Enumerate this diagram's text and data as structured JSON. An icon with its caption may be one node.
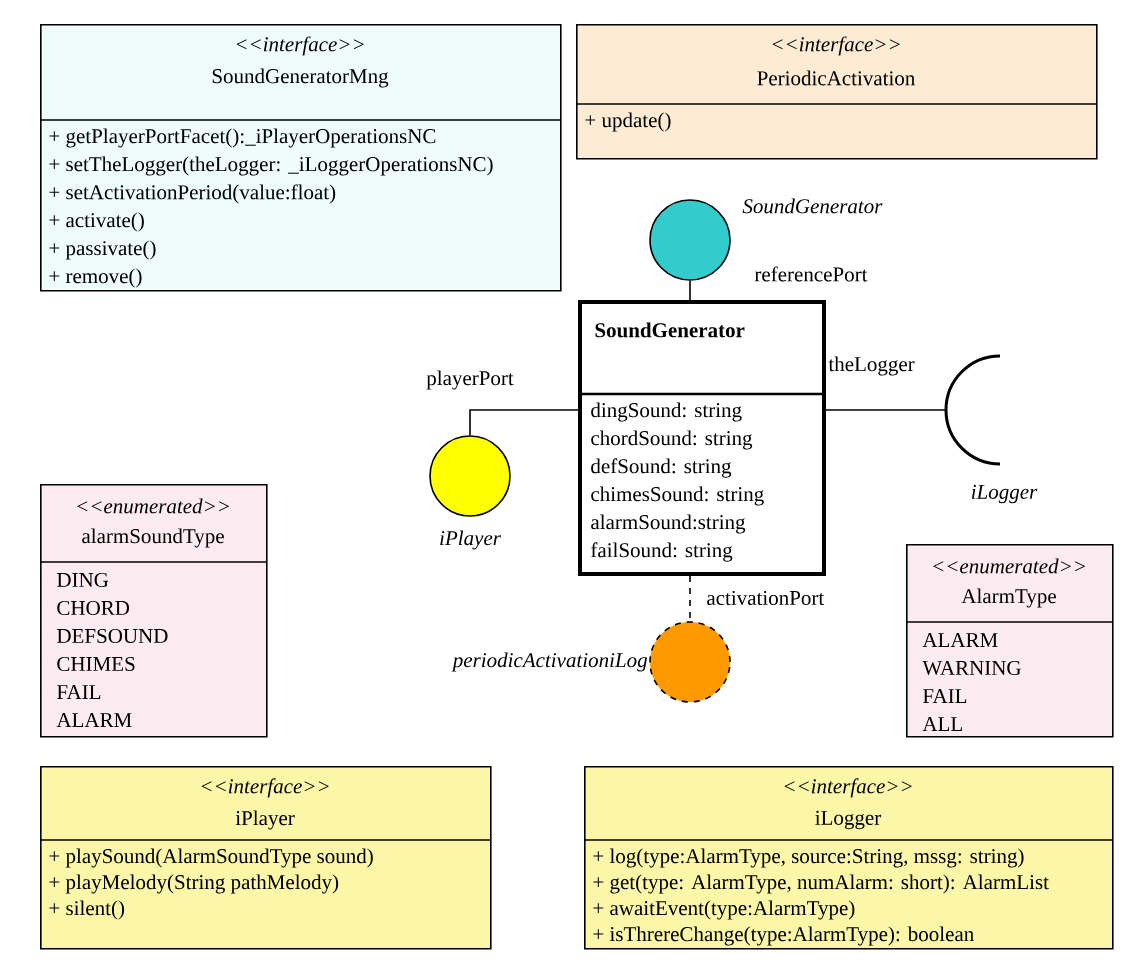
{
  "diagram": {
    "nodes": [
      {
        "text": [
          "<<interface>>",
          "SoundGeneratorMng",
          "+ getPlayerPortFacet():_iPlayerOperationsNC",
          "+ setTheLogger(theLogger: _iLoggerOperationsNC)",
          "+ setActivationPeriod(value:float)",
          "+ activate()",
          "+ passivate()",
          "+ remove()"
        ]
      },
      {
        "text": [
          "<<interface>>",
          "PeriodicActivation",
          "+ update()"
        ]
      },
      {
        "text": [],
        "shape": "circle",
        "beside": [
          "SoundGenerator"
        ]
      },
      {
        "text": [
          "SoundGenerator",
          "dingSound: string",
          "chordSound: string",
          "defSound: string",
          "chimesSound: string",
          "alarmSound:string",
          "failSound: string"
        ]
      },
      {
        "text": [],
        "shape": "circle",
        "beside": [
          "iPlayer"
        ]
      },
      {
        "text": [],
        "shape": "arc",
        "beside": [
          "iLogger"
        ]
      },
      {
        "text": [
          "<<enumerated>>",
          "alarmSoundType",
          "DING",
          "CHORD",
          "DEFSOUND",
          "CHIMES",
          "FAIL",
          "ALARM"
        ]
      },
      {
        "text": [
          "<<enumerated>>",
          "AlarmType",
          "ALARM",
          "WARNING",
          "FAIL",
          "ALL"
        ]
      },
      {
        "text": [],
        "shape": "circle",
        "beside": [
          "periodicActivationiLog"
        ]
      },
      {
        "text": [
          "<<interface>>",
          "iPlayer",
          "+ playSound(AlarmSoundType sound)",
          "+ playMelody(String pathMelody)",
          "+ silent()"
        ]
      },
      {
        "text": [
          "<<interface>>",
          "iLogger",
          "+ log(type:AlarmType, source:String, mssg: string)",
          "+ get(type: AlarmType, numAlarm: short): AlarmList",
          "+ awaitEvent(type:AlarmType)",
          "+ isThrereChange(type:AlarmType): boolean"
        ]
      }
    ],
    "edges": [
      {
        "from": 2,
        "to": 3,
        "arrow": "none",
        "label": "referencePort"
      },
      {
        "from": 3,
        "to": 4,
        "arrow": "none",
        "label": "playerPort"
      },
      {
        "from": 3,
        "to": 5,
        "arrow": "none",
        "label": "theLogger"
      },
      {
        "from": 3,
        "to": 8,
        "arrow": "none",
        "label": "activationPort",
        "style": "dashed"
      }
    ]
  }
}
